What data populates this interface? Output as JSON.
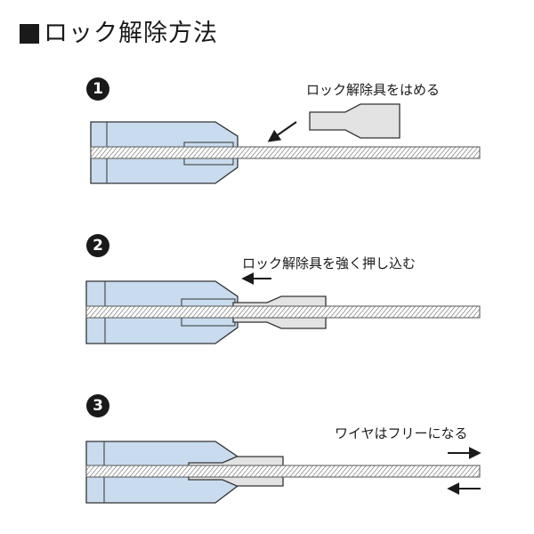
{
  "title": "ロック解除方法",
  "steps": [
    {
      "number": "1",
      "label": "ロック解除具をはめる"
    },
    {
      "number": "2",
      "label": "ロック解除具を強く押し込む"
    },
    {
      "number": "3",
      "label": "ワイヤはフリーになる"
    }
  ],
  "colors": {
    "fitting_fill": "#c9dbee",
    "tool_fill": "#e3e3e3",
    "outline": "#333333",
    "ink": "#1a1a1a"
  }
}
